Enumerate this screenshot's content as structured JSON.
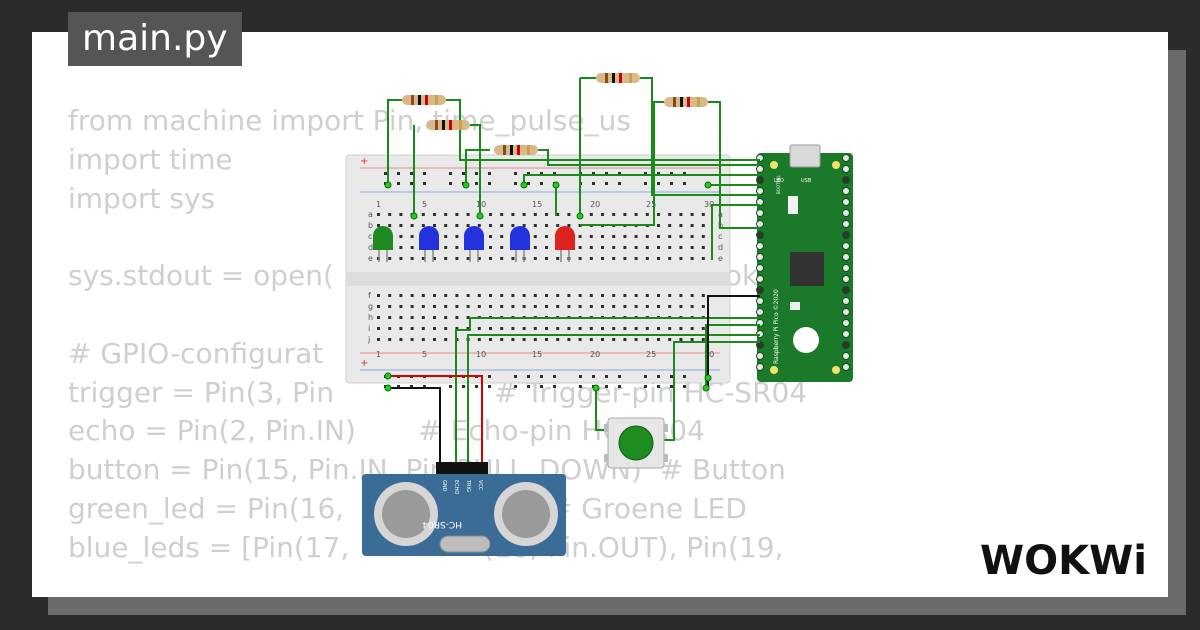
{
  "tab": {
    "filename": "main.py"
  },
  "code": {
    "lines": [
      "from machine import Pin, time_pulse_us",
      "import time",
      "import sys",
      "",
      "sys.stdout = open(                                         Wokwi",
      "",
      "# GPIO-configurat",
      "trigger = Pin(3, Pin                  # Trigger-pin HC-SR04",
      "echo = Pin(2, Pin.IN)       # Echo-pin HC-SR04",
      "button = Pin(15, Pin.IN, Pin.PULL_DOWN)  # Button",
      "green_led = Pin(16,                       # Groene LED",
      "blue_leds = [Pin(17,               (18, Pin.OUT), Pin(19,"
    ]
  },
  "breadboard": {
    "row_labels_top": [
      "a",
      "b",
      "c",
      "d",
      "e"
    ],
    "row_labels_bottom": [
      "f",
      "g",
      "h",
      "i",
      "j"
    ],
    "column_numbers": [
      "1",
      "5",
      "10",
      "15",
      "20",
      "25",
      "30"
    ]
  },
  "pico": {
    "label": "Raspberry Pi Pico ©2020",
    "usb_label": "USB",
    "led_label": "LED",
    "bootsel_label": "BOOTSEL"
  },
  "sensor": {
    "name": "HC-SR04",
    "pins": [
      "GND",
      "ECHO",
      "TRIG",
      "VCC"
    ]
  },
  "brand": {
    "logo_text": "WOKWi"
  },
  "colors": {
    "background": "#2b2b2b",
    "card": "#ffffff",
    "tab": "#555555",
    "code_text": "#cfcfcf",
    "wire_green": "#1a8a1a",
    "wire_red": "#d40000",
    "pico_green": "#1b7a2a",
    "led_green": "#1f8a1f",
    "led_blue": "#2233dd",
    "led_red": "#dd2222",
    "sensor_blue": "#3b6c95",
    "button_green": "#1e8c1e"
  }
}
